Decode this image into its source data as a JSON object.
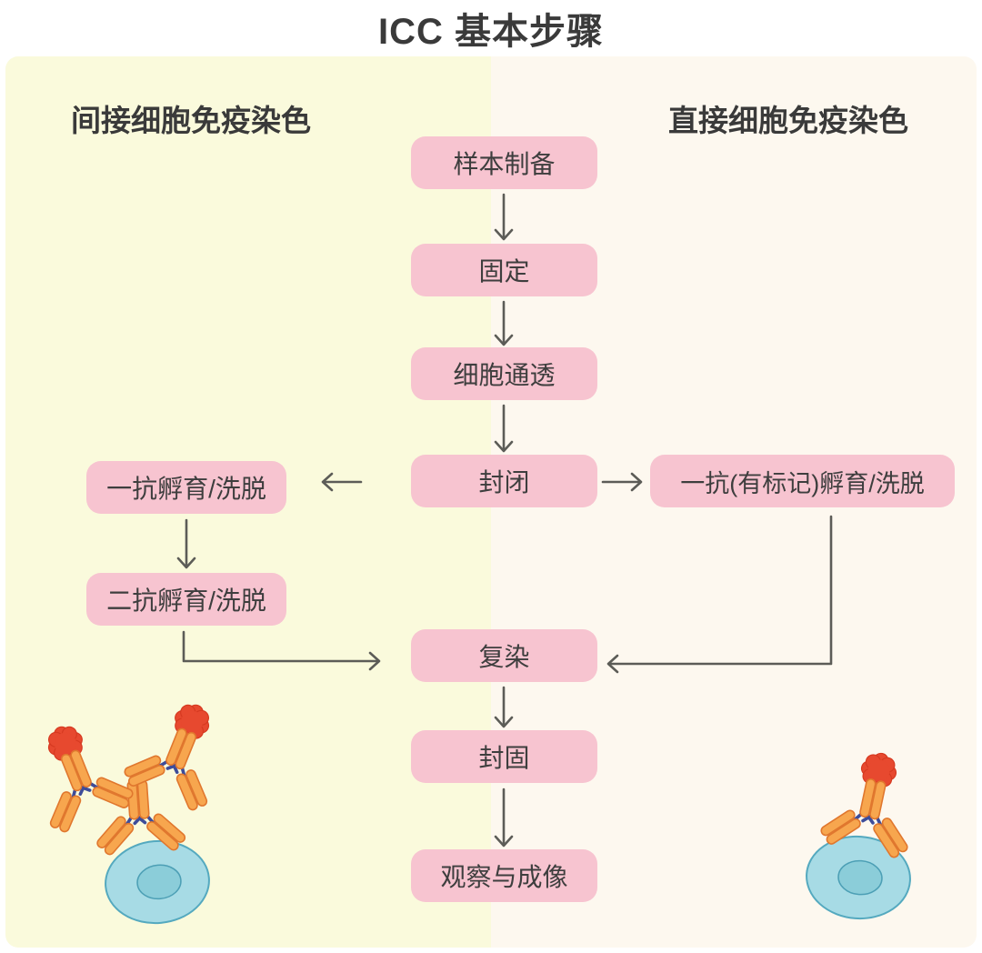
{
  "title": "ICC 基本步骤",
  "branches": {
    "indirect_label": "间接细胞免疫染色",
    "direct_label": "直接细胞免疫染色"
  },
  "steps": {
    "sample_prep": "样本制备",
    "fixation": "固定",
    "permeabilization": "细胞通透",
    "blocking": "封闭",
    "primary_incubation": "一抗孵育/洗脱",
    "secondary_incubation": "二抗孵育/洗脱",
    "labeled_primary_incubation": "一抗(有标记)孵育/洗脱",
    "counterstain": "复染",
    "mounting": "封固",
    "imaging": "观察与成像"
  },
  "icons": {
    "labeled_antibody": "antibody-with-red-label",
    "plain_antibody": "antibody",
    "cell": "cell-with-nucleus"
  },
  "colors": {
    "box_pink": "#f7c4d0",
    "left_background": "#fafadc",
    "right_background": "#fdf8ef",
    "text_dark": "#3e3e3e",
    "arrow_gray": "#5c5c57",
    "antibody_orange": "#f7a64e",
    "antibody_orange_edge": "#e0772e",
    "label_red": "#e7492f",
    "hinge_navy": "#3d4c99",
    "cell_blue": "#a7dbe5",
    "cell_edge": "#54a9bf",
    "nucleus_blue": "#8bcdd9"
  }
}
